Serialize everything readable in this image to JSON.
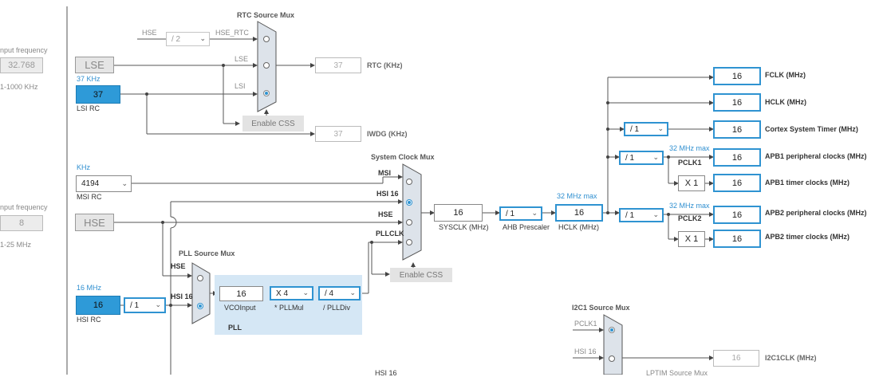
{
  "left_inputs": {
    "lse_input_frequency_label": "nput frequency",
    "lse_input_value": "32.768",
    "lse_range": "1-1000 KHz",
    "hse_input_frequency_label": "nput frequency",
    "hse_input_value": "8",
    "hse_range": "1-25 MHz"
  },
  "sources": {
    "lse": "LSE",
    "lsi_freq_label": "37 KHz",
    "lsi_value": "37",
    "lsi_name": "LSI RC",
    "msi_unit": "KHz",
    "msi_value": "4194",
    "msi_name": "MSI RC",
    "hse": "HSE",
    "hsi_freq_label": "16 MHz",
    "hsi_value": "16",
    "hsi_name": "HSI RC",
    "hsi_div": "/ 1"
  },
  "rtc": {
    "mux_title": "RTC Source Mux",
    "hse_label": "HSE",
    "hse_div": "/ 2",
    "hse_rtc_label": "HSE_RTC",
    "lse_label": "LSE",
    "lsi_label": "LSI",
    "rtc_value": "37",
    "rtc_label": "RTC (KHz)",
    "enable_css": "Enable CSS",
    "iwdg_value": "37",
    "iwdg_label": "IWDG (KHz)"
  },
  "sysclk_mux": {
    "title": "System Clock Mux",
    "msi": "MSI",
    "hsi16": "HSI 16",
    "hse": "HSE",
    "pllclk": "PLLCLK",
    "enable_css": "Enable CSS",
    "sysclk_value": "16",
    "sysclk_label": "SYSCLK (MHz)",
    "ahb_div": "/ 1",
    "ahb_label": "AHB Prescaler",
    "hclk_max": "32 MHz max",
    "hclk_value": "16",
    "hclk_label": "HCLK (MHz)"
  },
  "pll": {
    "mux_title": "PLL Source Mux",
    "hse": "HSE",
    "hsi16": "HSI 16",
    "vco_value": "16",
    "vco_label": "VCOInput",
    "mul_value": "X 4",
    "mul_label": "* PLLMul",
    "div_value": "/ 4",
    "div_label": "/ PLLDiv",
    "area_label": "PLL"
  },
  "outputs": {
    "fclk_value": "16",
    "fclk_label": "FCLK (MHz)",
    "hclk_value": "16",
    "hclk_label": "HCLK (MHz)",
    "cortex_div": "/ 1",
    "cortex_value": "16",
    "cortex_label": "Cortex System Timer (MHz)",
    "apb1_max": "32 MHz max",
    "apb1_div": "/ 1",
    "pclk1": "PCLK1",
    "apb1_periph_value": "16",
    "apb1_periph_label": "APB1 peripheral clocks (MHz)",
    "apb1_timer_mul": "X 1",
    "apb1_timer_value": "16",
    "apb1_timer_label": "APB1 timer clocks (MHz)",
    "apb2_max": "32 MHz max",
    "apb2_div": "/ 1",
    "pclk2": "PCLK2",
    "apb2_periph_value": "16",
    "apb2_periph_label": "APB2 peripheral clocks (MHz)",
    "apb2_timer_mul": "X 1",
    "apb2_timer_value": "16",
    "apb2_timer_label": "APB2 timer clocks (MHz)"
  },
  "i2c1": {
    "mux_title": "I2C1 Source Mux",
    "pclk1": "PCLK1",
    "hsi16": "HSI 16",
    "value": "16",
    "label": "I2C1CLK (MHz)",
    "lptim_title": "LPTIM Source Mux",
    "bottom_hsi": "HSI 16"
  },
  "colors": {
    "accent_blue": "#2f93d1",
    "source_fill_blue": "#2e9ad8",
    "pll_area": "#d5e7f5",
    "mux_fill": "#dde3ea"
  }
}
